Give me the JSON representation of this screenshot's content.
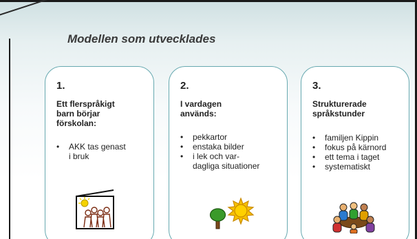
{
  "slide": {
    "title": "Modellen som utvecklades",
    "cards": [
      {
        "number": "1.",
        "heading_lines": [
          "Ett flerspråkigt",
          "barn börjar",
          "förskolan:"
        ],
        "items": [
          {
            "bullet": "•",
            "lines": [
              "AKK tas genast",
              "i bruk"
            ]
          }
        ],
        "illustration": "family-house-sun-icon"
      },
      {
        "number": "2.",
        "heading_lines": [
          "I vardagen",
          "används:"
        ],
        "items": [
          {
            "bullet": "•",
            "lines": [
              "pekkartor"
            ]
          },
          {
            "bullet": "•",
            "lines": [
              "enstaka bilder"
            ]
          },
          {
            "bullet": "•",
            "lines": [
              "i lek och var-",
              "dagliga situationer"
            ]
          }
        ],
        "illustration": "sun-and-tree-icon"
      },
      {
        "number": "3.",
        "heading_lines": [
          "Strukturerade",
          "språkstunder"
        ],
        "items": [
          {
            "bullet": "•",
            "lines": [
              "familjen Kippin"
            ]
          },
          {
            "bullet": "•",
            "lines": [
              "fokus på kärnord"
            ]
          },
          {
            "bullet": "•",
            "lines": [
              "ett tema i taget"
            ]
          },
          {
            "bullet": "•",
            "lines": [
              "systematiskt"
            ]
          }
        ],
        "illustration": "group-circle-icon"
      }
    ]
  }
}
